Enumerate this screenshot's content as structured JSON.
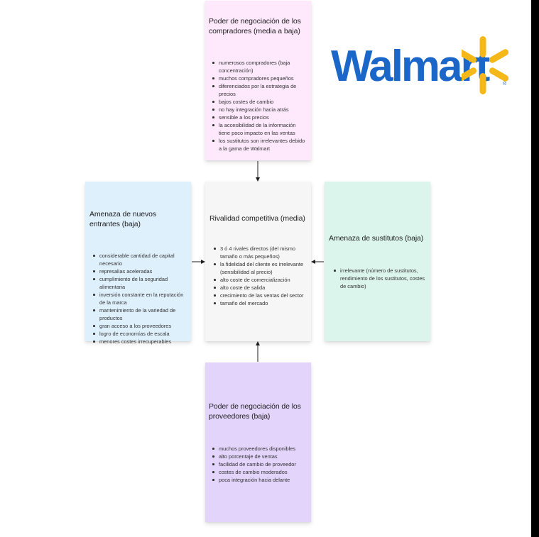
{
  "cards": {
    "buyers": {
      "title": "Poder de negociación de los compradores (media a baja)",
      "items": [
        "numerosos compradores (baja concentración)",
        "muchos compradores pequeños",
        "diferenciados por la estrategia de precios",
        "bajos costes de cambio",
        "no hay integración hacia atrás",
        "sensible a los precios",
        "la accesibilidad de la información tiene poco impacto en las ventas",
        "los sustitutos son irrelevantes debido a la gama de Walmart"
      ]
    },
    "entrants": {
      "title": "Amenaza de nuevos entrantes (baja)",
      "items": [
        "considerable cantidad de capital necesario",
        "represalias aceleradas",
        "cumplimiento de la seguridad alimentaria",
        "inversión constante en la reputación de la marca",
        "mantenimiento de la variedad de productos",
        "gran acceso a los proveedores",
        "logro de economías de escala",
        "menores costes irrecuperables"
      ]
    },
    "rivalry": {
      "title": "Rivalidad competitiva (media)",
      "items": [
        "3 ó 4 rivales directos (del mismo tamaño o más pequeños)",
        "la fidelidad del cliente es irrelevante (sensibilidad al precio)",
        "alto coste de comercialización",
        "alto coste de salida",
        "crecimiento de las ventas del sector",
        "tamaño del mercado"
      ]
    },
    "substitutes": {
      "title": "Amenaza de sustitutos (baja)",
      "items": [
        "irrelevante (número de sustitutos, rendimiento de los sustitutos, costes de cambio)"
      ]
    },
    "suppliers": {
      "title": "Poder de negociación de los proveedores (baja)",
      "items": [
        "muchos proveedores disponibles",
        "alto porcentaje de ventas",
        "facilidad de cambio de proveedor",
        "costes de cambio moderados",
        "poca integración hacia delante"
      ]
    }
  },
  "logo": {
    "text": "Walmart",
    "text_color": "#1a67c9",
    "spark_color": "#f5b819",
    "registered_mark": "®"
  },
  "colors": {
    "buyers": "#fde8fc",
    "entrants": "#dff0fd",
    "rivalry": "#f6f6f6",
    "substitutes": "#dcf5ec",
    "suppliers": "#e3d4fb",
    "arrow": "#1e1e1e"
  }
}
